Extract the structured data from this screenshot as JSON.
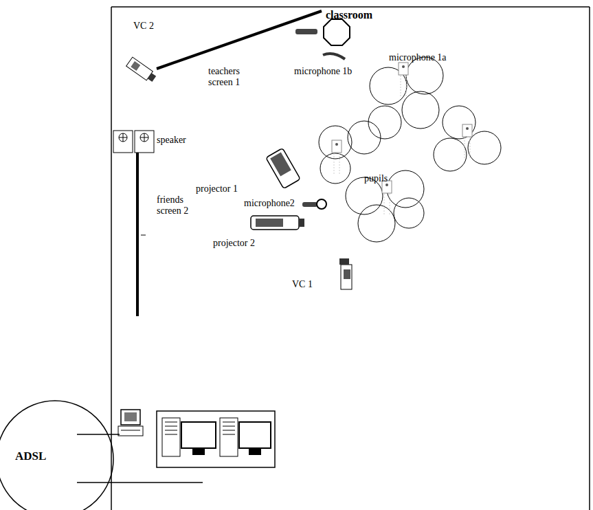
{
  "diagram": {
    "nodes": [
      {
        "text": [
          "ADSL"
        ]
      }
    ],
    "labels": [
      "classroom",
      "VC 2",
      "teachers screen 1",
      "microphone 1a",
      "microphone 1b",
      "speaker",
      "projector 1",
      "friends screen 2",
      "microphone2",
      "pupils",
      "projector 2",
      "VC 1"
    ]
  }
}
